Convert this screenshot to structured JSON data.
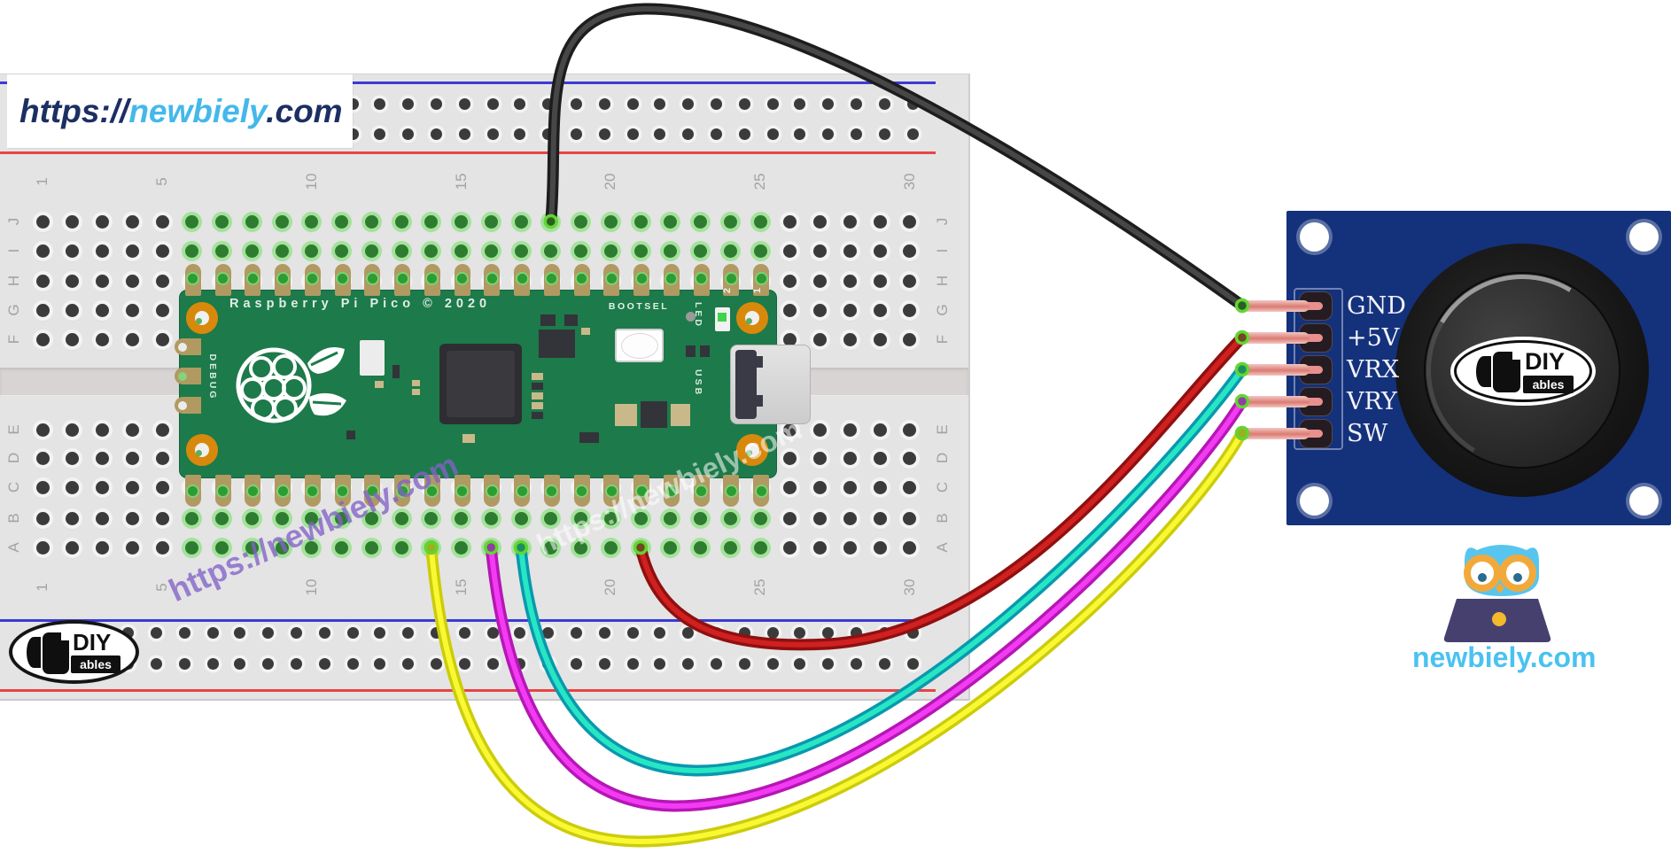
{
  "site_banner": {
    "protocol": "https://",
    "brand": "newbiely",
    "tld": ".com"
  },
  "watermark_text": "https://newbiely.com",
  "breadboard": {
    "column_numbers": [
      "1",
      "5",
      "10",
      "15",
      "20",
      "25",
      "30"
    ],
    "upper_row_letters": [
      "J",
      "I",
      "H",
      "G",
      "F"
    ],
    "lower_row_letters": [
      "E",
      "D",
      "C",
      "B",
      "A"
    ]
  },
  "pico": {
    "silkscreen": "Raspberry Pi Pico © 2020",
    "debug_label": "DEBUG",
    "bootsel_label": "BOOTSEL",
    "led_label": "LED",
    "usb_label": "USB",
    "pin2_label": "2",
    "pin1_label": "1"
  },
  "joystick": {
    "pin_labels": [
      "GND",
      "+5V",
      "VRX",
      "VRY",
      "SW"
    ],
    "board_color": "#14317c"
  },
  "wires": [
    {
      "signal": "GND",
      "color_name": "black",
      "outer": "#1d1d1d",
      "core": "#474747",
      "tip": "#2b5e23",
      "from": "breadboard J18",
      "to": "joystick GND"
    },
    {
      "signal": "+5V",
      "color_name": "red",
      "outer": "#8f1010",
      "core": "#d02020",
      "tip": "#6e4a1e",
      "from": "breadboard A21",
      "to": "joystick +5V"
    },
    {
      "signal": "VRX",
      "color_name": "cyan",
      "outer": "#0a98ae",
      "core": "#27e6c4",
      "tip": "#1d8f5f",
      "from": "breadboard A17",
      "to": "joystick VRX"
    },
    {
      "signal": "VRY",
      "color_name": "magenta",
      "outer": "#b517b5",
      "core": "#f23bf2",
      "tip": "#8f3fa0",
      "from": "breadboard A16",
      "to": "joystick VRY"
    },
    {
      "signal": "SW",
      "color_name": "yellow",
      "outer": "#cccc0c",
      "core": "#f8f833",
      "tip": "#94b31e",
      "from": "breadboard A14",
      "to": "joystick SW"
    }
  ],
  "diyables_badge": {
    "diy": "DIY",
    "ables": "ables"
  },
  "brand_footer": {
    "site": "newbiely.com"
  }
}
